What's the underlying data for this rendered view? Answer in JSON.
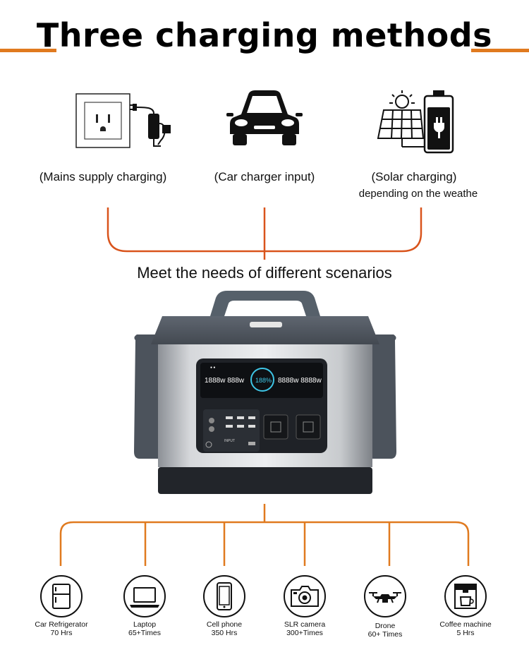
{
  "title": "Three charging methods",
  "methods": [
    {
      "icon": "wall-outlet-icon",
      "caption": "(Mains supply charging)",
      "sub": ""
    },
    {
      "icon": "car-icon",
      "caption": "(Car charger input)",
      "sub": ""
    },
    {
      "icon": "solar-battery-icon",
      "caption": "(Solar charging)",
      "sub": "depending on the weathe"
    }
  ],
  "scenario_text": "Meet the needs of different scenarios",
  "product": {
    "display_left": "1888w 888w",
    "display_pct": "188%",
    "display_right": "8888w 8888w",
    "input_label": "INPUT"
  },
  "devices": [
    {
      "icon": "refrigerator-icon",
      "name": "Car Refrigerator",
      "value": "70 Hrs"
    },
    {
      "icon": "laptop-icon",
      "name": "Laptop",
      "value": "65+Times"
    },
    {
      "icon": "cell-phone-icon",
      "name": "Cell phone",
      "value": "350 Hrs"
    },
    {
      "icon": "camera-icon",
      "name": "SLR camera",
      "value": "300+Times"
    },
    {
      "icon": "drone-icon",
      "name": "Drone",
      "value": "60+ Times"
    },
    {
      "icon": "coffee-machine-icon",
      "name": "Coffee machine",
      "value": "5 Hrs"
    }
  ],
  "colors": {
    "accent": "#e07a1f"
  }
}
